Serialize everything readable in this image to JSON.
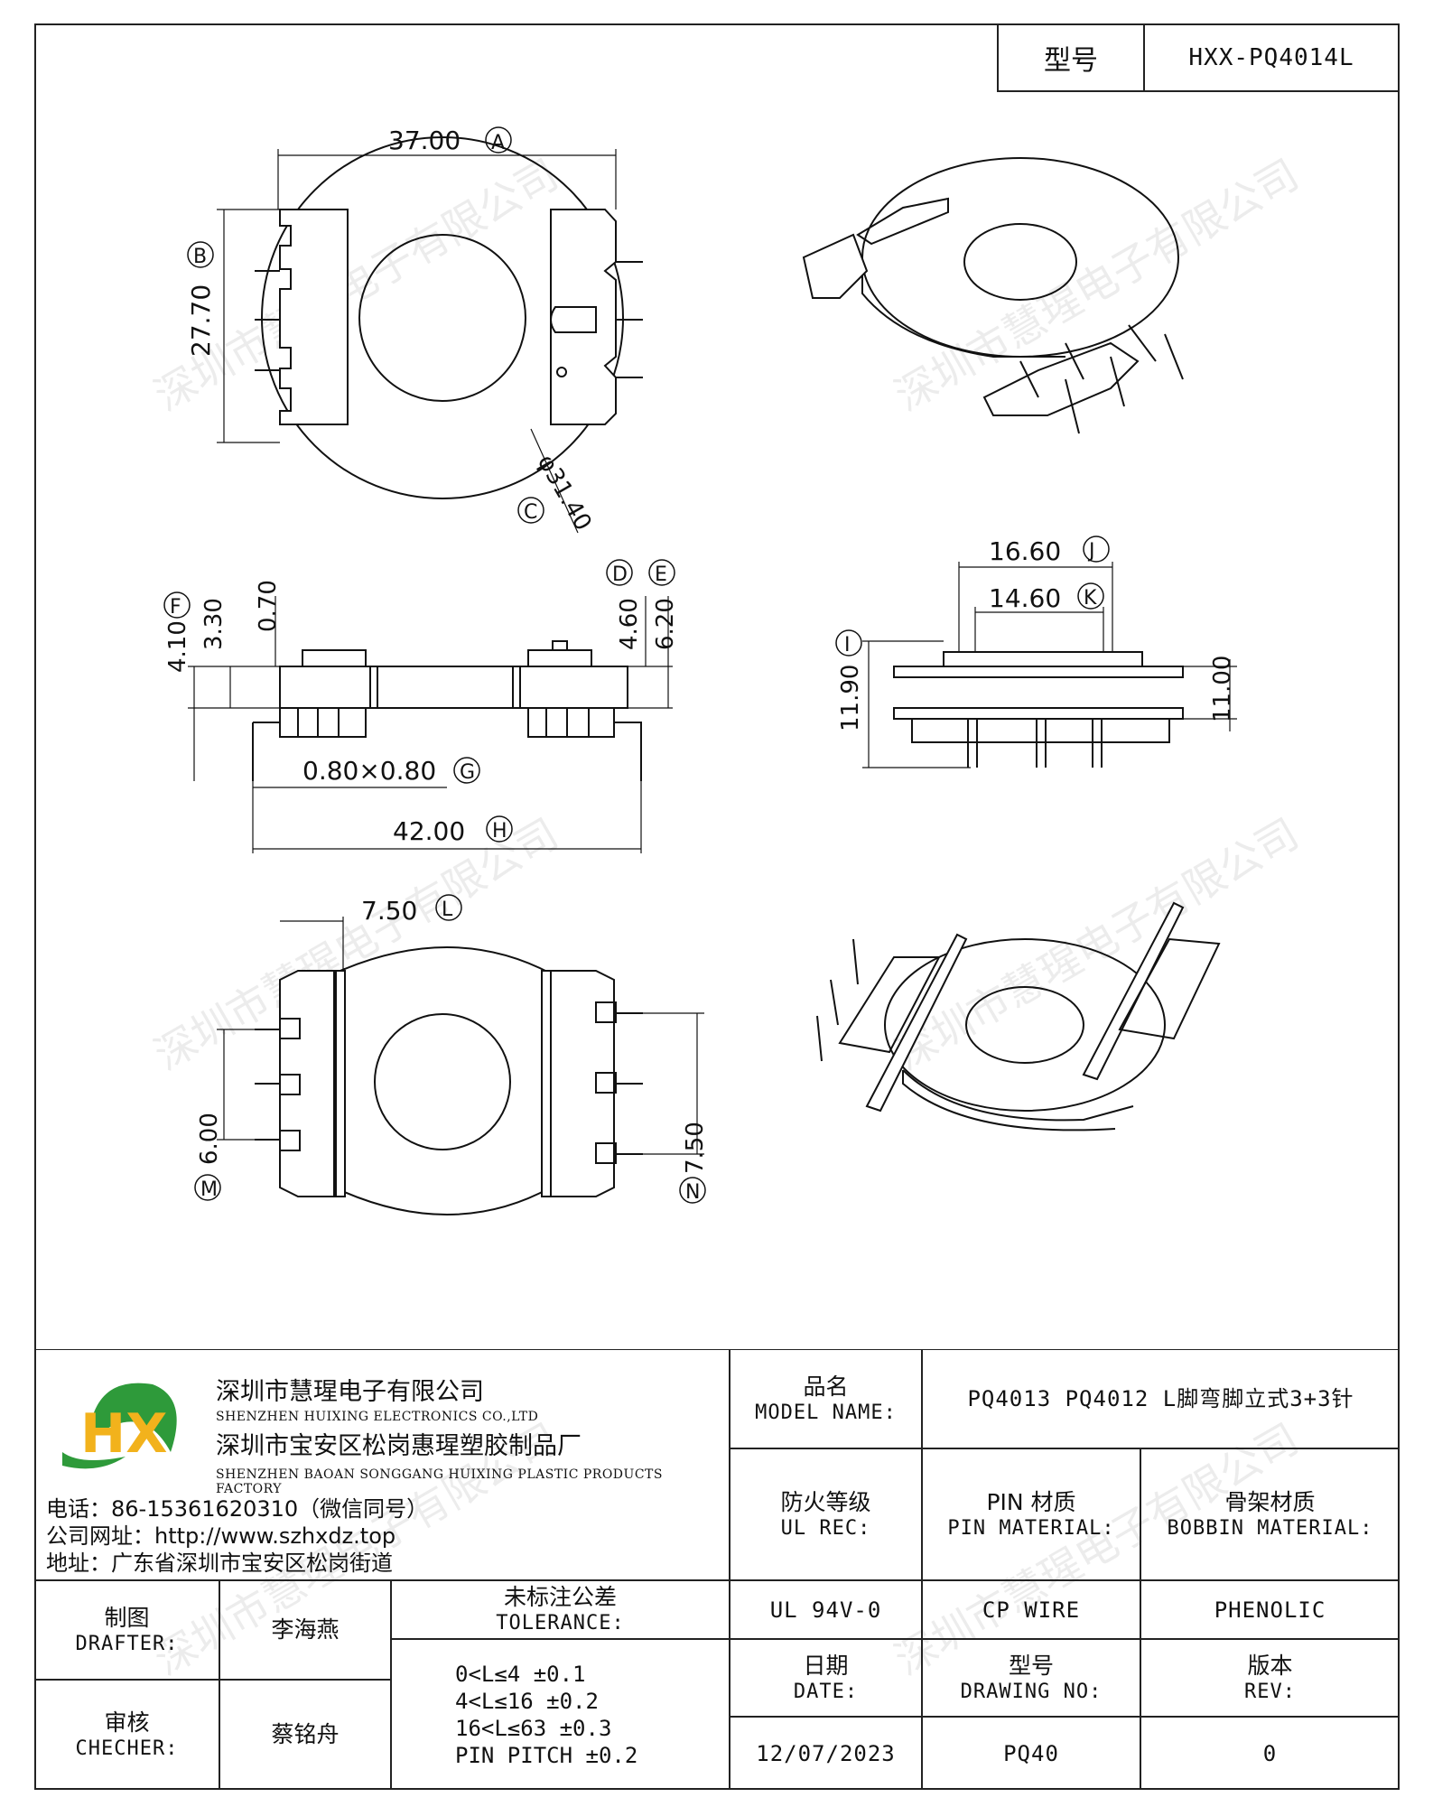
{
  "header": {
    "model_label": "型号",
    "model_value": "HXX-PQ4014L"
  },
  "dimensions": {
    "A": "37.00",
    "B": "27.70",
    "C": "φ31.40",
    "D": "4.60",
    "E": "6.20",
    "F": "4.10",
    "F2": "3.30",
    "F3": "0.70",
    "G": "0.80×0.80",
    "H": "42.00",
    "I": "11.90",
    "I2": "11.00",
    "J": "16.60",
    "K": "14.60",
    "L": "7.50",
    "M": "6.00",
    "N": "7.50",
    "letters": {
      "A": "A",
      "B": "B",
      "C": "C",
      "D": "D",
      "E": "E",
      "F": "F",
      "G": "G",
      "H": "H",
      "I": "I",
      "J": "J",
      "K": "K",
      "L": "L",
      "M": "M",
      "N": "N"
    }
  },
  "watermark": "深圳市慧瑆电子有限公司",
  "company": {
    "logo_text": "HX",
    "name_cn": "深圳市慧瑆电子有限公司",
    "name_en": "SHENZHEN HUIXING ELECTRONICS CO.,LTD",
    "factory_cn": "深圳市宝安区松岗惠瑆塑胶制品厂",
    "factory_en": "SHENZHEN BAOAN SONGGANG HUIXING PLASTIC PRODUCTS FACTORY",
    "phone": "电话：86-15361620310（微信同号）",
    "website": "公司网址：http://www.szhxdz.top",
    "address": "地址：广东省深圳市宝安区松岗街道"
  },
  "title_block": {
    "model_name_cn": "品名",
    "model_name_en": "MODEL NAME:",
    "model_name_value": "PQ4013 PQ4012 L脚弯脚立式3+3针",
    "ul_cn": "防火等级",
    "ul_en": "UL REC:",
    "pin_cn": "PIN 材质",
    "pin_en": "PIN MATERIAL:",
    "bobbin_cn": "骨架材质",
    "bobbin_en": "BOBBIN MATERIAL:",
    "ul_value": "UL 94V-0",
    "pin_value": "CP WIRE",
    "bobbin_value": "PHENOLIC",
    "drafter_cn": "制图",
    "drafter_en": "DRAFTER:",
    "drafter_value": "李海燕",
    "checker_cn": "审核",
    "checker_en": "CHECHER:",
    "checker_value": "蔡铭舟",
    "tolerance_cn": "未标注公差",
    "tolerance_en": "TOLERANCE:",
    "tolerance_lines": [
      "0<L≤4   ±0.1",
      "4<L≤16  ±0.2",
      "16<L≤63 ±0.3",
      "PIN PITCH ±0.2"
    ],
    "date_cn": "日期",
    "date_en": "DATE:",
    "date_value": "12/07/2023",
    "drawing_cn": "型号",
    "drawing_en": "DRAWING NO:",
    "drawing_value": "PQ40",
    "rev_cn": "版本",
    "rev_en": "REV:",
    "rev_value": "0"
  }
}
